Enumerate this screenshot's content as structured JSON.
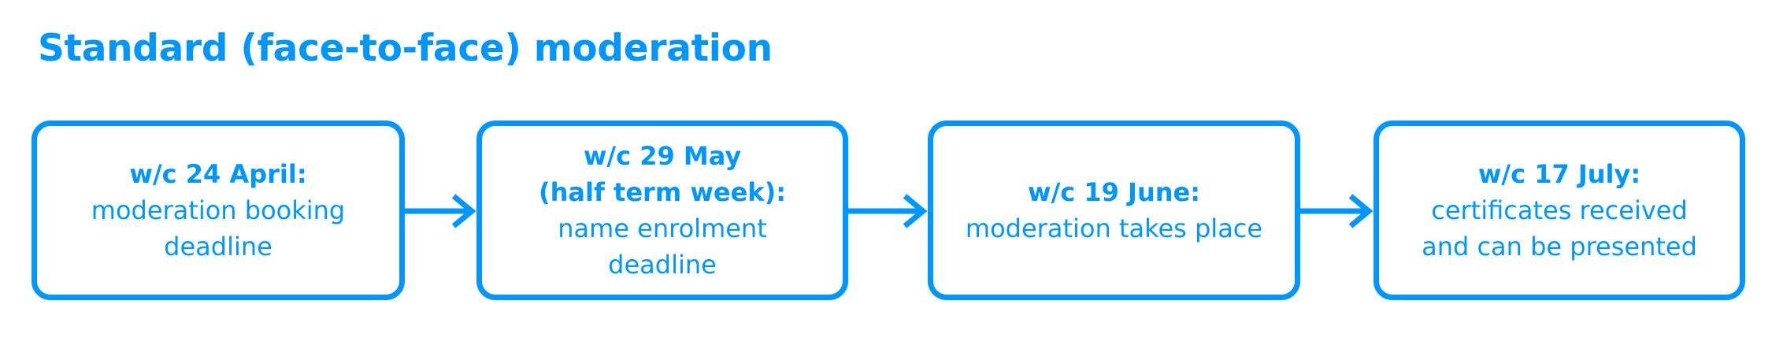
{
  "title": "Standard (face-to-face) moderation",
  "colors": {
    "accent": "#0096ff"
  },
  "steps": [
    {
      "date": "w/c 24 April:",
      "lines": [
        "moderation booking",
        "deadline"
      ]
    },
    {
      "date": "w/c 29 May",
      "lines": [
        "(half term week):",
        "name enrolment",
        "deadline"
      ]
    },
    {
      "date": "w/c 19 June:",
      "lines": [
        "moderation takes place"
      ]
    },
    {
      "date": "w/c 17 July:",
      "lines": [
        "certificates received",
        "and can be presented"
      ]
    }
  ]
}
